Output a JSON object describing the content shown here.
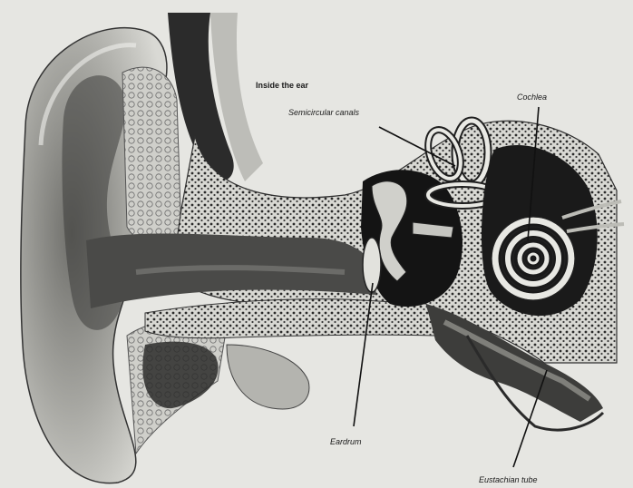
{
  "title": "Inside the ear",
  "labels": {
    "semicircular": "Semicircular canals",
    "cochlea": "Cochlea",
    "eardrum": "Eardrum",
    "eustachian": "Eustachian tube"
  },
  "colors": {
    "paper": "#e6e6e2",
    "ink": "#1a1a1a"
  }
}
